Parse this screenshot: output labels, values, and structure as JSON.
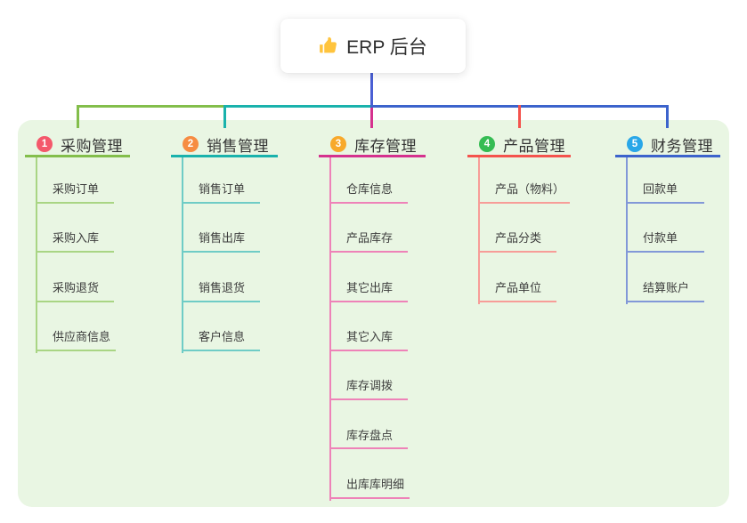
{
  "root": {
    "title": "ERP 后台",
    "icon": "thumbs-up-icon"
  },
  "theme": {
    "canvas_bg": "#FFFFFF",
    "panel_bg": "#E9F6E3",
    "card_bg": "#FFFFFF",
    "stem_color": "#4A5FD4",
    "header_text_color": "#333333",
    "child_text_color": "#3D3D3D"
  },
  "branches": [
    {
      "number": "1",
      "label": "采购管理",
      "color": "#83BE4B",
      "light_color": "#A9D584",
      "badge_color": "#F4586B",
      "children": [
        "采购订单",
        "采购入库",
        "采购退货",
        "供应商信息"
      ]
    },
    {
      "number": "2",
      "label": "销售管理",
      "color": "#19B2AC",
      "light_color": "#6FCCC6",
      "badge_color": "#F68C42",
      "children": [
        "销售订单",
        "销售出库",
        "销售退货",
        "客户信息"
      ]
    },
    {
      "number": "3",
      "label": "库存管理",
      "color": "#D5318E",
      "light_color": "#EE82B8",
      "badge_color": "#F8A92B",
      "children": [
        "仓库信息",
        "产品库存",
        "其它出库",
        "其它入库",
        "库存调拨",
        "库存盘点",
        "出库库明细"
      ]
    },
    {
      "number": "4",
      "label": "产品管理",
      "color": "#F4534D",
      "light_color": "#F79D98",
      "badge_color": "#35BC53",
      "children": [
        "产品（物料）",
        "产品分类",
        "产品单位"
      ]
    },
    {
      "number": "5",
      "label": "财务管理",
      "color": "#3C63CC",
      "light_color": "#8298D8",
      "badge_color": "#29A7E8",
      "children": [
        "回款单",
        "付款单",
        "结算账户"
      ]
    }
  ]
}
